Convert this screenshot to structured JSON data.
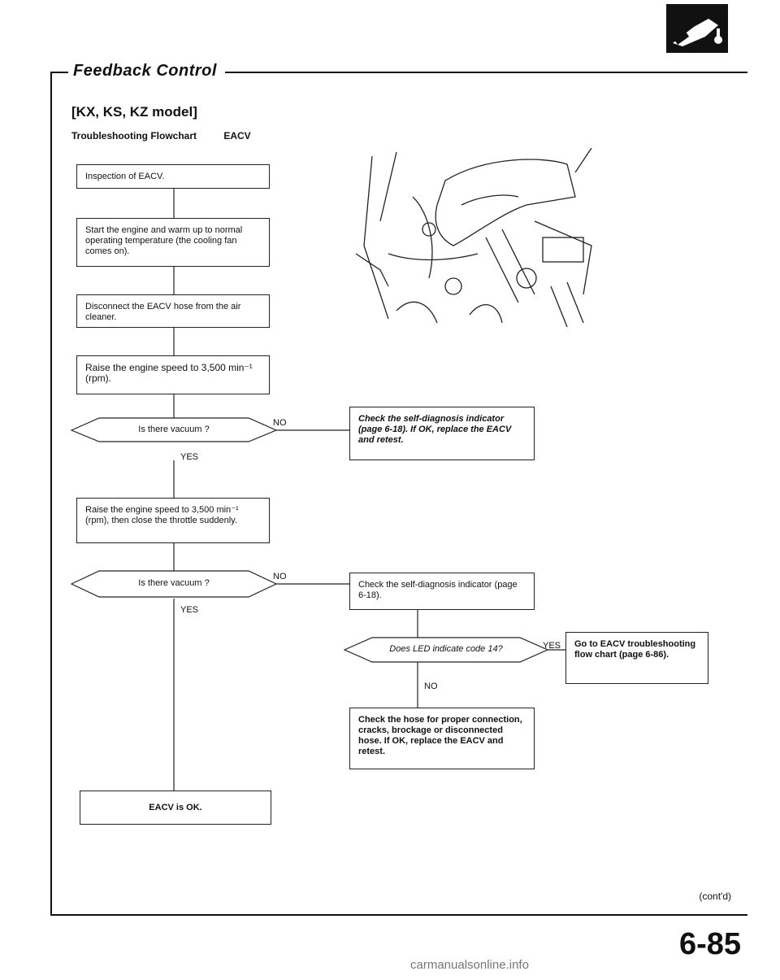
{
  "header": {
    "section_title": "Feedback Control",
    "model": "[KX, KS, KZ model]",
    "subtitle": "Troubleshooting Flowchart",
    "subtitle_component": "EACV"
  },
  "logo": {
    "icon": "car-engine-wrench-icon"
  },
  "flowchart": {
    "step1": "Inspection of EACV.",
    "step2": "Start the engine and warm up to normal operating temperature (the cooling fan comes on).",
    "step3": "Disconnect the EACV hose from the air cleaner.",
    "step4": "Raise the engine speed to 3,500 min⁻¹ (rpm).",
    "q1": "Is there vacuum ?",
    "q1_no_label": "NO",
    "q1_yes_label": "YES",
    "q1_no_action": "Check the self-diagnosis indicator (page 6-18). If OK, replace the EACV and retest.",
    "step5": "Raise the engine speed to 3,500 min⁻¹ (rpm), then close the throttle suddenly.",
    "q2": "Is there vacuum ?",
    "q2_no_label": "NO",
    "q2_yes_label": "YES",
    "q2_no_action": "Check the self-diagnosis indicator (page 6-18).",
    "q3": "Does LED indicate code 14?",
    "q3_yes_label": "YES",
    "q3_no_label": "NO",
    "q3_yes_action": "Go to EACV troubleshooting flow chart (page 6-86).",
    "q3_no_action": "Check the hose for proper connection, cracks, brockage or disconnected hose. If OK, replace the EACV and retest.",
    "result_ok": "EACV is OK."
  },
  "illustration": {
    "icon": "engine-hand-illustration-icon"
  },
  "footer": {
    "contd": "(cont'd)",
    "page_number": "6-85",
    "watermark": "carmanualsonline.info"
  }
}
